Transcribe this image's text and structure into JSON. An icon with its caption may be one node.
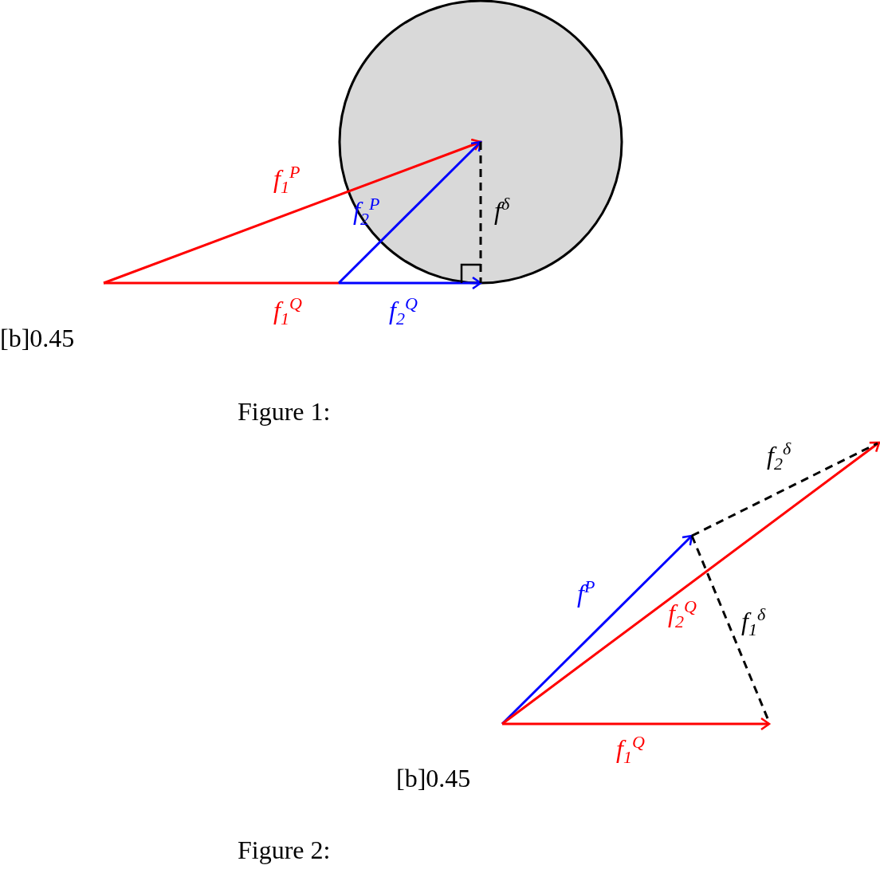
{
  "diagram": {
    "nodes": [
      {
        "text": [],
        "shape": "circle"
      }
    ],
    "labels": [
      "f$_{1}$$^{P}$",
      "f$_{2}$$^{P}$",
      "f$^{δ}$",
      "f$_{1}$$^{Q}$",
      "f$_{2}$$^{Q}$",
      "[b]0.45",
      "Figure 1:",
      "f$_{2}$$^{δ}$",
      "f$^{P}$",
      "f$_{2}$$^{Q}$",
      "f$_{1}$$^{δ}$",
      "f$_{1}$$^{Q}$",
      "[b]0.45",
      "Figure 2:"
    ]
  }
}
